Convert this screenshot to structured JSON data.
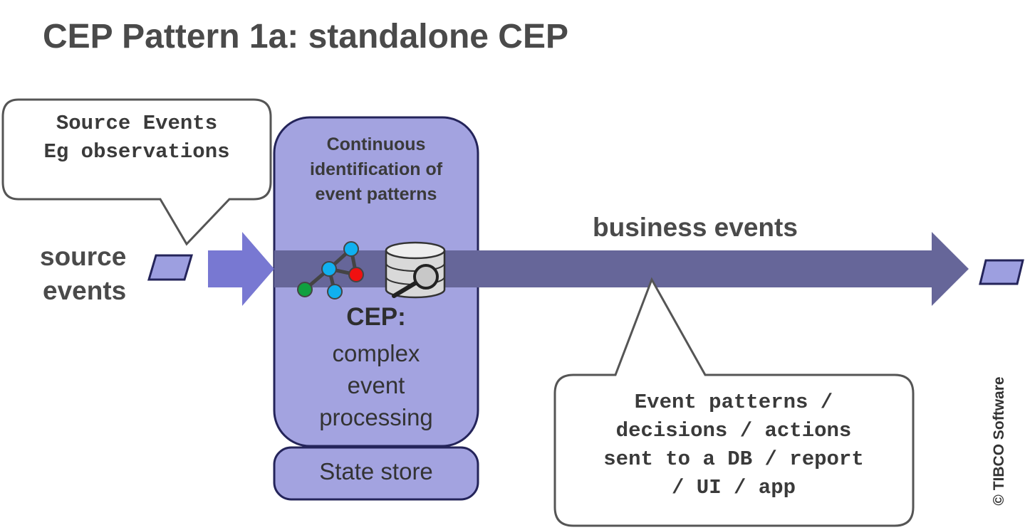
{
  "title": "CEP Pattern 1a: standalone CEP",
  "source_callout": "Source Events\nEg observations",
  "source_label": {
    "line1": "source",
    "line2": "events"
  },
  "cep_box": {
    "heading": "Continuous\nidentification of\nevent patterns",
    "title": "CEP:",
    "description": "complex\nevent\nprocessing"
  },
  "state_store": "State store",
  "business_events_label": "business events",
  "output_callout": "Event patterns /\ndecisions / actions\nsent to a DB / report\n/ UI / app",
  "copyright": "© TIBCO Software",
  "colors": {
    "cep_fill": "#a3a3e0",
    "box_border": "#24245a",
    "input_arrow": "#7878d2",
    "main_arrow": "#666699",
    "event_token": "#9d9fe0",
    "node_blue": "#10b0f0",
    "node_red": "#f01010",
    "node_green": "#10a040"
  },
  "icons": {
    "pattern_graph": "network-graph-icon",
    "database_search": "database-search-icon"
  }
}
